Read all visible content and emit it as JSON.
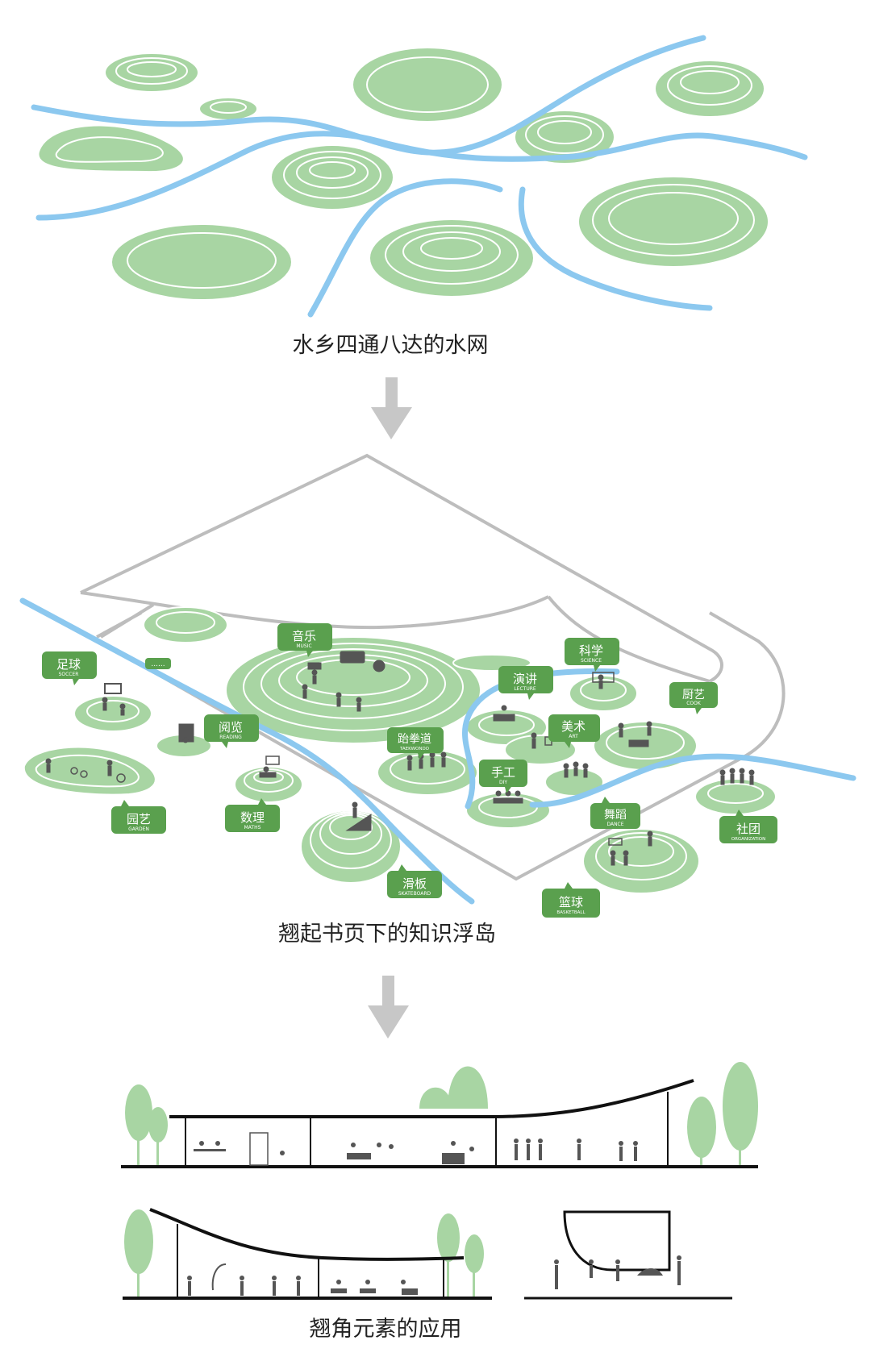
{
  "captions": {
    "water_network": "水乡四通八达的水网",
    "floating_islands": "翘起书页下的知识浮岛",
    "upturned_corner": "翘角元素的应用"
  },
  "labels": {
    "soccer": {
      "zh": "足球",
      "en": "SOCCER"
    },
    "ellipsis": {
      "zh": "......"
    },
    "music": {
      "zh": "音乐",
      "en": "MUSIC"
    },
    "science": {
      "zh": "科学",
      "en": "SCIENCE"
    },
    "lecture": {
      "zh": "演讲",
      "en": "LECTURE"
    },
    "cook": {
      "zh": "厨艺",
      "en": "COOK"
    },
    "reading": {
      "zh": "阅览",
      "en": "READING"
    },
    "art": {
      "zh": "美术",
      "en": "ART"
    },
    "taekwondo": {
      "zh": "跆拳道",
      "en": "TAEKWONDO"
    },
    "diy": {
      "zh": "手工",
      "en": "DIY"
    },
    "garden": {
      "zh": "园艺",
      "en": "GARDEN"
    },
    "maths": {
      "zh": "数理",
      "en": "MATHS"
    },
    "dance": {
      "zh": "舞蹈",
      "en": "DANCE"
    },
    "organization": {
      "zh": "社团",
      "en": "ORGANIZATION"
    },
    "skateboard": {
      "zh": "滑板",
      "en": "SKATEBOARD"
    },
    "basketball": {
      "zh": "篮球",
      "en": "BASKETBALL"
    }
  },
  "colors": {
    "island_green": "#a8d5a3",
    "island_line": "#ffffff",
    "water_blue": "#8cc8ef",
    "tag_green": "#5aa04e",
    "outline_gray": "#bdbdbd",
    "arrow_gray": "#c7c7c7",
    "tree_green": "#a8d5a3",
    "figure_dark": "#555555"
  }
}
